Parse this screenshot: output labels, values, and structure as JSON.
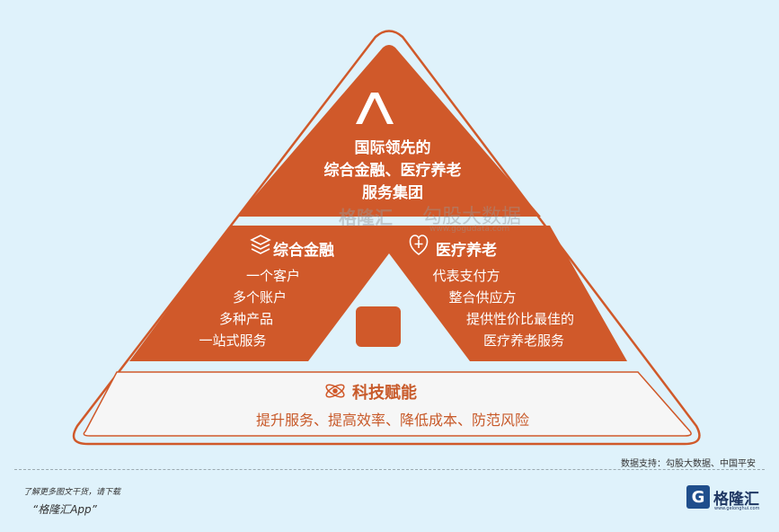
{
  "diagram": {
    "top": {
      "lines": [
        "国际领先的",
        "综合金融、医疗养老",
        "服务集团"
      ],
      "icon": "a-letter-icon"
    },
    "left": {
      "title": "综合金融",
      "icon": "layers-icon",
      "items": [
        "一个客户",
        "多个账户",
        "多种产品",
        "一站式服务"
      ]
    },
    "right": {
      "title": "医疗养老",
      "icon": "heart-plus-icon",
      "items": [
        "代表支付方",
        "整合供应方",
        "提供性价比最佳的",
        "医疗养老服务"
      ]
    },
    "bottom": {
      "title": "科技赋能",
      "icon": "atom-icon",
      "desc": "提升服务、提高效率、降低成本、防范风险"
    }
  },
  "watermark": {
    "left": "格隆汇",
    "right": "勾股大数据",
    "url": "www.gogudata.com"
  },
  "source": "数据支持：勾股大数据、中国平安",
  "footer": {
    "note": "了解更多图文干货，请下载",
    "app": "“格隆汇App”"
  },
  "logo": {
    "letter": "G",
    "name": "格隆汇",
    "sub": "www.gelonghui.com"
  },
  "colors": {
    "orange": "#d0592a",
    "background": "#dff2fb",
    "outline": "#d0592a"
  }
}
